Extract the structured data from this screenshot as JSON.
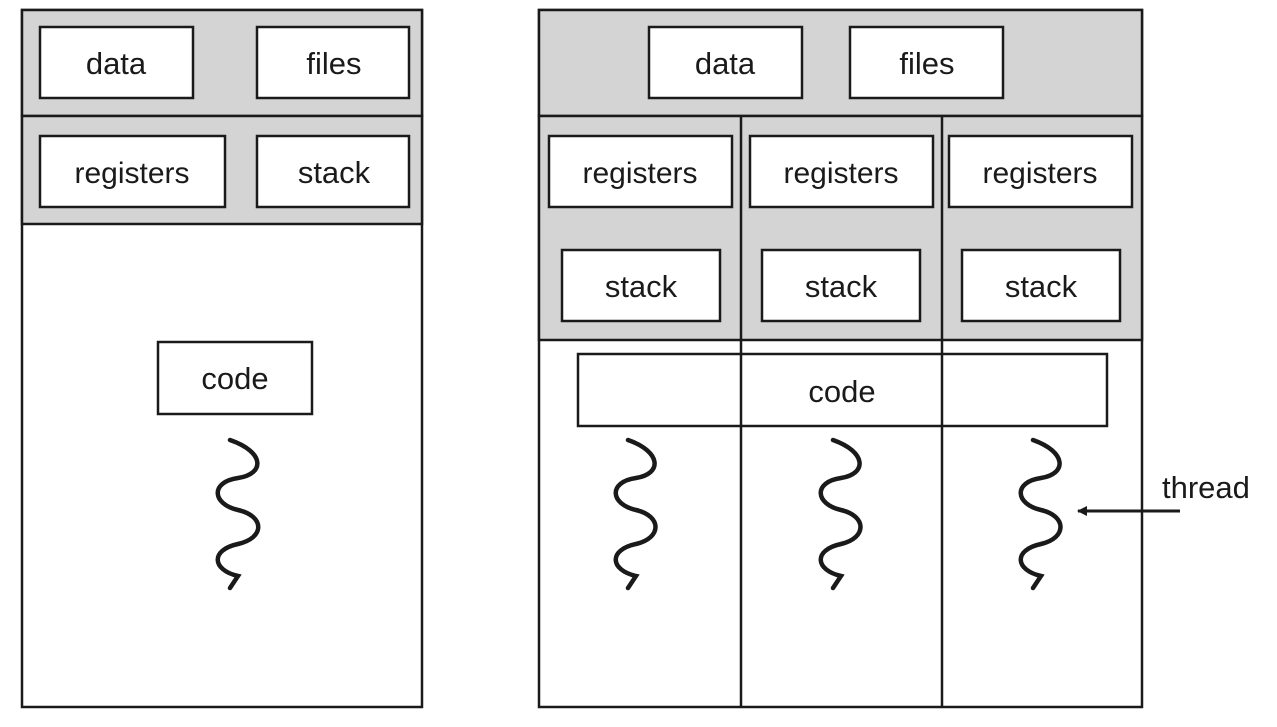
{
  "colors": {
    "shared_region_fill": "#d4d4d4",
    "box_fill": "#ffffff",
    "stroke": "#1a1a1a"
  },
  "single_threaded_process": {
    "shared": {
      "data_label": "data",
      "files_label": "files"
    },
    "thread_state": {
      "registers_label": "registers",
      "stack_label": "stack"
    },
    "code_label": "code",
    "thread_count": 1
  },
  "multithreaded_process": {
    "shared": {
      "data_label": "data",
      "files_label": "files"
    },
    "threads": [
      {
        "registers_label": "registers",
        "stack_label": "stack"
      },
      {
        "registers_label": "registers",
        "stack_label": "stack"
      },
      {
        "registers_label": "registers",
        "stack_label": "stack"
      }
    ],
    "code_label": "code"
  },
  "annotation": {
    "thread_label": "thread"
  }
}
